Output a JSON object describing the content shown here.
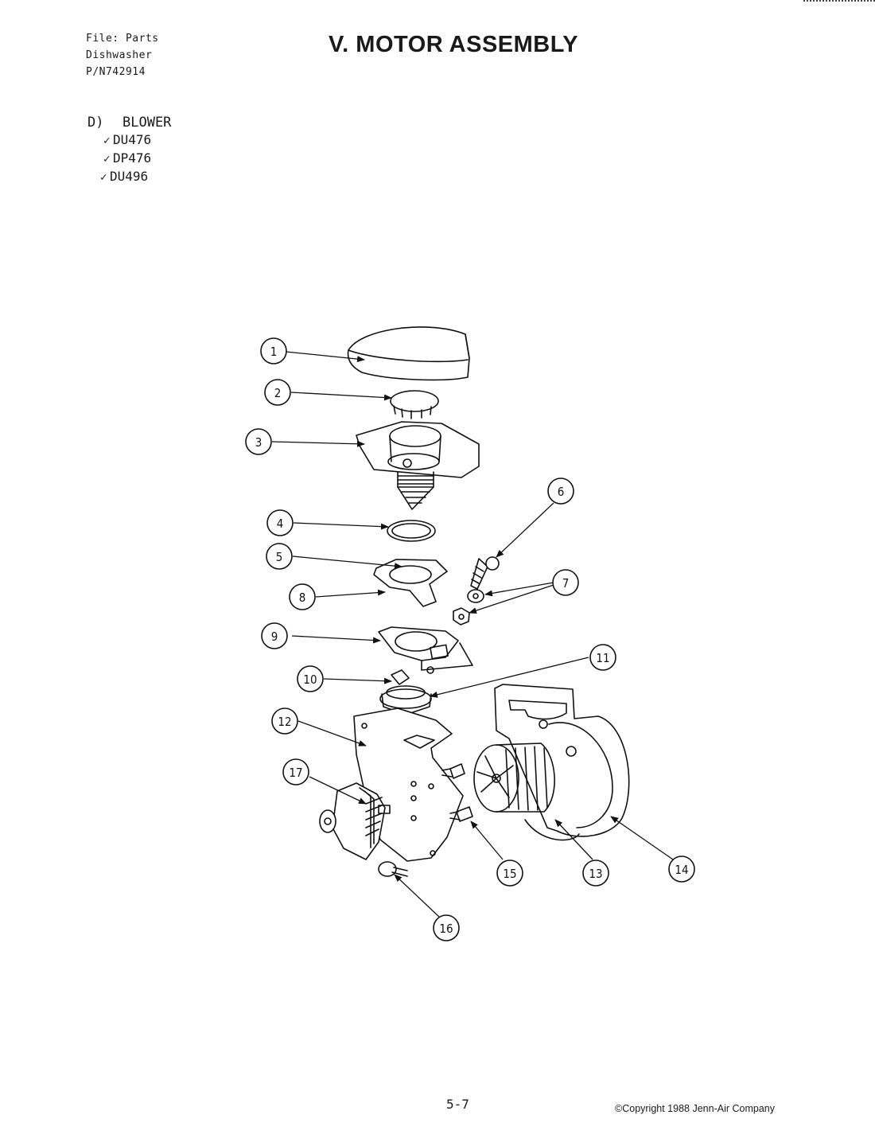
{
  "header": {
    "file_line": "File: Parts",
    "product_line": "Dishwasher",
    "part_number_line": "P/N742914",
    "title": "V. MOTOR ASSEMBLY"
  },
  "section": {
    "letter": "D)",
    "name": "BLOWER",
    "models": [
      {
        "check": "✓",
        "code": "DU476"
      },
      {
        "check": "✓",
        "code": "DP476"
      },
      {
        "check": "✓",
        "code": "DU496"
      }
    ]
  },
  "callouts": [
    "1",
    "2",
    "3",
    "4",
    "5",
    "6",
    "7",
    "8",
    "9",
    "10",
    "11",
    "12",
    "13",
    "14",
    "15",
    "16",
    "17"
  ],
  "footer": {
    "page_number": "5-7",
    "copyright": "©Copyright 1988 Jenn-Air Company"
  }
}
